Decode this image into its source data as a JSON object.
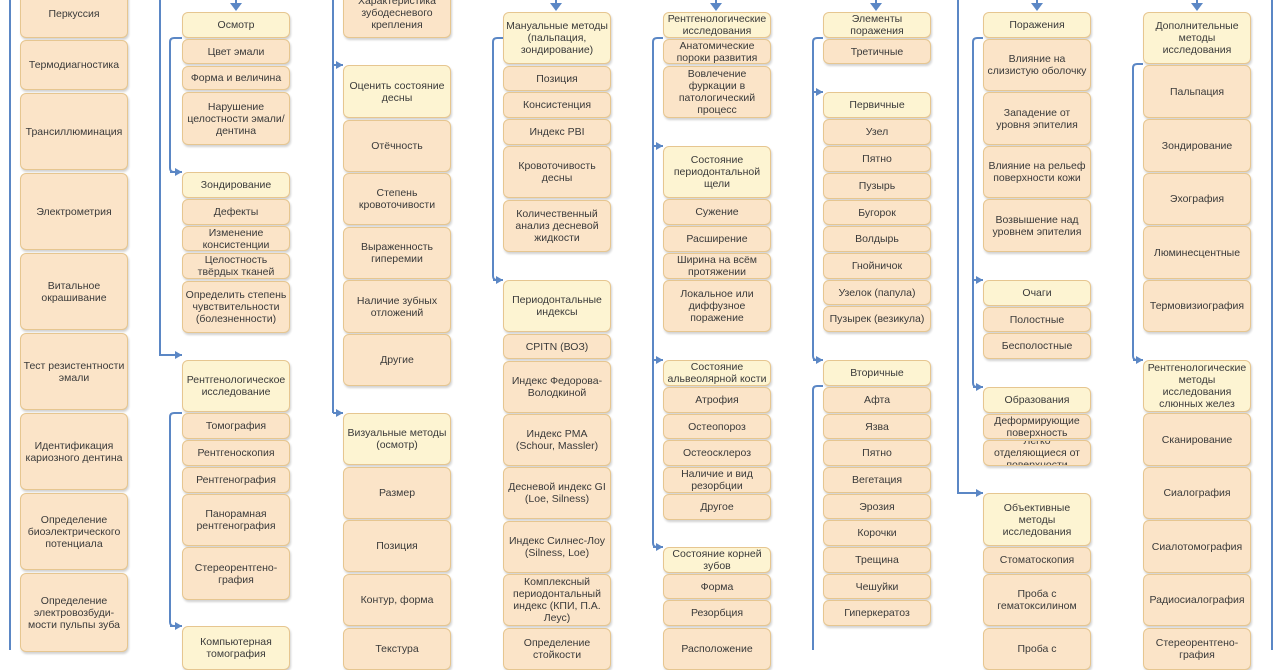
{
  "colors": {
    "connector": "#5b87c5",
    "header_fill": "#fdf4d2",
    "item_fill": "#fbe4c8",
    "border": "#e6c690"
  },
  "columns": [
    {
      "id": "a",
      "boxes": [
        {
          "label": "Перкуссия"
        },
        {
          "label": "Термодиагностика"
        },
        {
          "label": "Трансиллюминация"
        },
        {
          "label": "Электрометрия"
        },
        {
          "label": "Витальное окрашивание"
        },
        {
          "label": "Тест резистентности эмали"
        },
        {
          "label": "Идентификация кариозного дентина"
        },
        {
          "label": "Определение биоэлектрического потенциала"
        },
        {
          "label": "Определение электровозбуди-мости пульпы зуба"
        }
      ]
    },
    {
      "id": "b",
      "boxes": [
        {
          "label": "Осмотр",
          "header": true
        },
        {
          "label": "Цвет эмали"
        },
        {
          "label": "Форма и величина"
        },
        {
          "label": "Нарушение целостности эмали/ дентина"
        },
        {
          "label": "Зондирование",
          "header": true
        },
        {
          "label": "Дефекты"
        },
        {
          "label": "Изменение консистенции"
        },
        {
          "label": "Целостность твёрдых тканей"
        },
        {
          "label": "Определить степень чувствительности (болезненности)"
        },
        {
          "label": "Рентгенологическое исследование",
          "header": true
        },
        {
          "label": "Томография"
        },
        {
          "label": "Рентгеноскопия"
        },
        {
          "label": "Рентгенография"
        },
        {
          "label": "Панорамная рентгенография"
        },
        {
          "label": "Стереорентгено-графия"
        },
        {
          "label": "Компьютерная томография",
          "header": true
        }
      ]
    },
    {
      "id": "c",
      "boxes": [
        {
          "label": "Характеристика зубодесневого крепления"
        },
        {
          "label": "Оценить состояние десны",
          "header": true
        },
        {
          "label": "Отёчность"
        },
        {
          "label": "Степень кровоточивости"
        },
        {
          "label": "Выраженность гиперемии"
        },
        {
          "label": "Наличие зубных отложений"
        },
        {
          "label": "Другие"
        },
        {
          "label": "Визуальные методы (осмотр)",
          "header": true
        },
        {
          "label": "Размер"
        },
        {
          "label": "Позиция"
        },
        {
          "label": "Контур, форма"
        },
        {
          "label": "Текстура"
        }
      ]
    },
    {
      "id": "d",
      "boxes": [
        {
          "label": "Мануальные методы (пальпация, зондирование)",
          "header": true
        },
        {
          "label": "Позиция"
        },
        {
          "label": "Консистенция"
        },
        {
          "label": "Индекс PBI"
        },
        {
          "label": "Кровоточивость десны"
        },
        {
          "label": "Количественный анализ десневой жидкости"
        },
        {
          "label": "Периодонтальные индексы",
          "header": true
        },
        {
          "label": "CPITN (ВОЗ)"
        },
        {
          "label": "Индекс Федорова-Володкиной"
        },
        {
          "label": "Индекс PMA (Schour, Massler)"
        },
        {
          "label": "Десневой индекс GI (Loe, Silness)"
        },
        {
          "label": "Индекс Силнес-Лоу (Silness, Loe)"
        },
        {
          "label": "Комплексный периодонтальный индекс (КПИ, П.А. Леус)"
        },
        {
          "label": "Определение стойкости"
        }
      ]
    },
    {
      "id": "e",
      "boxes": [
        {
          "label": "Рентгенологические исследования",
          "header": true
        },
        {
          "label": "Анатомические пороки развития"
        },
        {
          "label": "Вовлечение фуркации в патологический процесс"
        },
        {
          "label": "Состояние периодонтальной щели",
          "header": true
        },
        {
          "label": "Сужение"
        },
        {
          "label": "Расширение"
        },
        {
          "label": "Ширина на всём протяжении"
        },
        {
          "label": "Локальное или диффузное поражение"
        },
        {
          "label": "Состояние альвеолярной кости",
          "header": true
        },
        {
          "label": "Атрофия"
        },
        {
          "label": "Остеопороз"
        },
        {
          "label": "Остеосклероз"
        },
        {
          "label": "Наличие и вид резорбции"
        },
        {
          "label": "Другое"
        },
        {
          "label": "Состояние корней зубов",
          "header": true
        },
        {
          "label": "Форма"
        },
        {
          "label": "Резорбция"
        },
        {
          "label": "Расположение"
        }
      ]
    },
    {
      "id": "f",
      "boxes": [
        {
          "label": "Элементы поражения",
          "header": true
        },
        {
          "label": "Третичные"
        },
        {
          "label": "Первичные",
          "header": true
        },
        {
          "label": "Узел"
        },
        {
          "label": "Пятно"
        },
        {
          "label": "Пузырь"
        },
        {
          "label": "Бугорок"
        },
        {
          "label": "Волдырь"
        },
        {
          "label": "Гнойничок"
        },
        {
          "label": "Узелок (папула)"
        },
        {
          "label": "Пузырек (везикула)"
        },
        {
          "label": "Вторичные",
          "header": true
        },
        {
          "label": "Афта"
        },
        {
          "label": "Язва"
        },
        {
          "label": "Пятно"
        },
        {
          "label": "Вегетация"
        },
        {
          "label": "Эрозия"
        },
        {
          "label": "Корочки"
        },
        {
          "label": "Трещина"
        },
        {
          "label": "Чешуйки"
        },
        {
          "label": "Гиперкератоз"
        }
      ]
    },
    {
      "id": "g",
      "boxes": [
        {
          "label": "Поражения",
          "header": true
        },
        {
          "label": "Влияние на слизистую оболочку"
        },
        {
          "label": "Западение от уровня эпителия"
        },
        {
          "label": "Влияние на рельеф поверхности кожи"
        },
        {
          "label": "Возвышение над уровнем эпителия"
        },
        {
          "label": "Очаги",
          "header": true
        },
        {
          "label": "Полостные"
        },
        {
          "label": "Бесполостные"
        },
        {
          "label": "Образования",
          "header": true
        },
        {
          "label": "Деформирующие поверхность"
        },
        {
          "label": "Легко отделяющиеся от поверхности"
        },
        {
          "label": "Объективные методы исследования",
          "header": true
        },
        {
          "label": "Стоматоскопия"
        },
        {
          "label": "Проба с гематоксилином"
        },
        {
          "label": "Проба с"
        }
      ]
    },
    {
      "id": "h",
      "boxes": [
        {
          "label": "Дополнительные методы исследования",
          "header": true
        },
        {
          "label": "Пальпация"
        },
        {
          "label": "Зондирование"
        },
        {
          "label": "Эхография"
        },
        {
          "label": "Люминесцентные"
        },
        {
          "label": "Термовизиография"
        },
        {
          "label": "Рентгенологические методы исследования слюнных желез",
          "header": true
        },
        {
          "label": "Сканирование"
        },
        {
          "label": "Сиалография"
        },
        {
          "label": "Сиалотомография"
        },
        {
          "label": "Радиосиалография"
        },
        {
          "label": "Стереорентгено-графия"
        }
      ]
    }
  ]
}
